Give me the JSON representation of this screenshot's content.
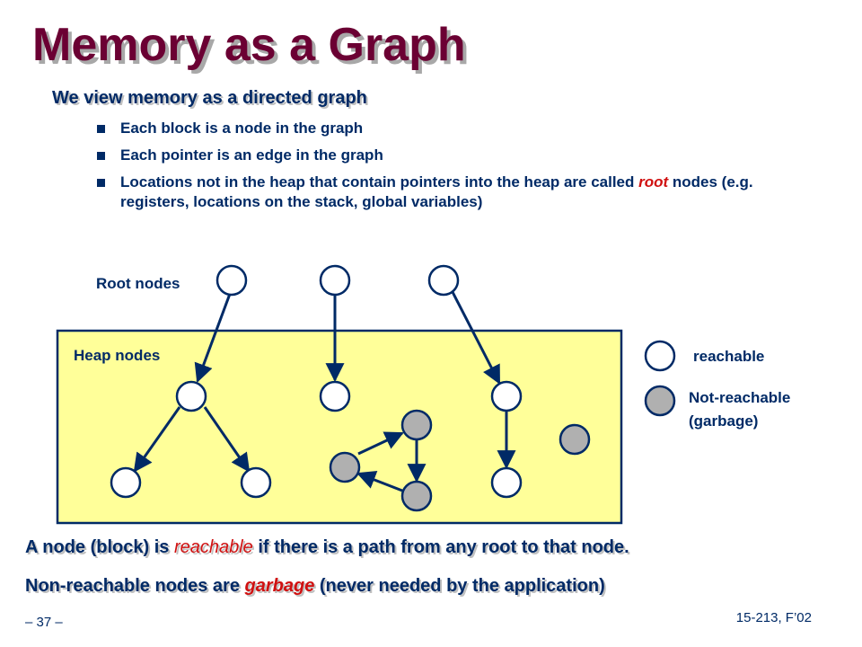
{
  "title": "Memory as a Graph",
  "intro": "We view memory as a directed graph",
  "bullets": {
    "b1": "Each block is a node in the graph",
    "b2": "Each pointer is an edge in the graph",
    "b3_before": "Locations not in the heap that contain pointers into the heap are called ",
    "b3_root": "root",
    "b3_after": " nodes  (e.g. registers, locations on the stack, global variables)"
  },
  "diagram": {
    "root_label": "Root nodes",
    "heap_label": "Heap nodes",
    "legend_reachable": "reachable",
    "legend_not_line1": "Not-reachable",
    "legend_not_line2": "(garbage)",
    "colors": {
      "heap_fill": "#ffff99",
      "reachable_fill": "#ffffff",
      "garbage_fill": "#b0b0b0",
      "stroke": "#002a66"
    }
  },
  "footer": {
    "line1_a": "A node (block) is ",
    "line1_reachable": "reachable",
    "line1_b": "  if there is a path from any root to that node.",
    "line2_a": "Non-reachable nodes are ",
    "line2_garbage": "garbage",
    "line2_b": " (never needed by the application)"
  },
  "page_number": "– 37 –",
  "course": "15-213, F’02"
}
